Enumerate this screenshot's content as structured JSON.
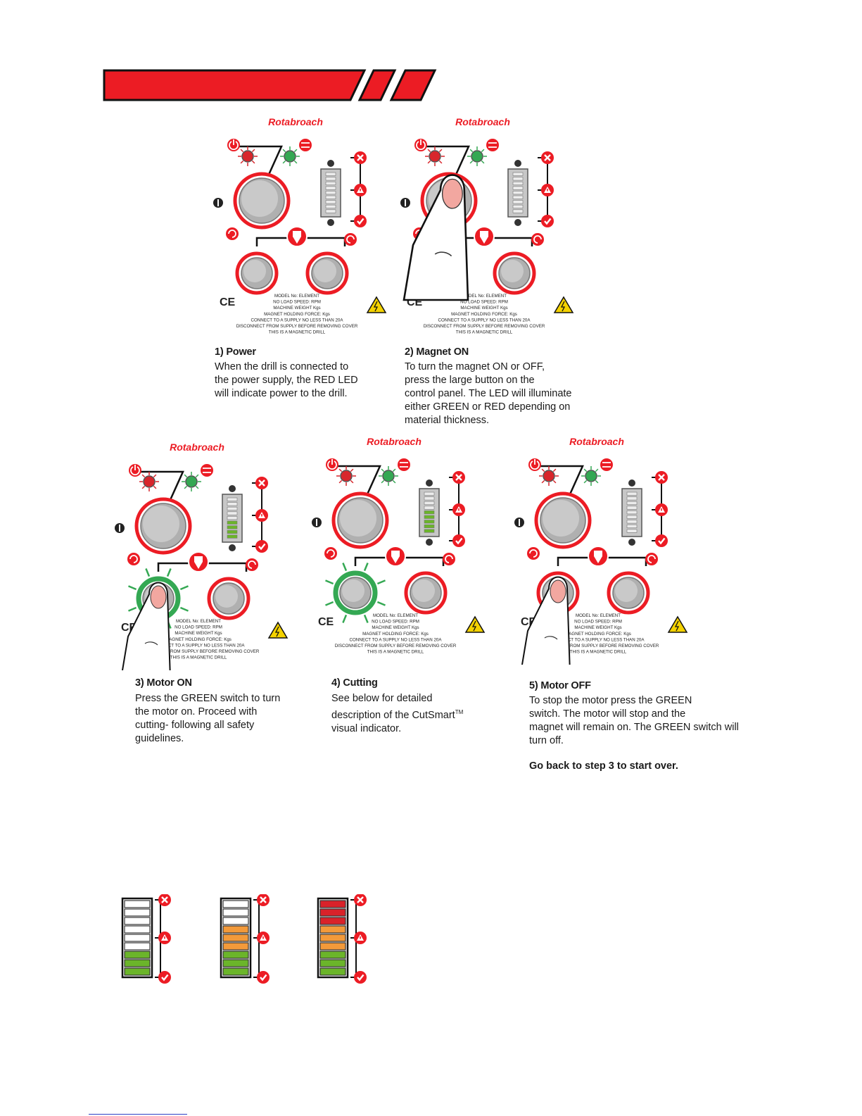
{
  "brand": {
    "name": "Rotabroach",
    "accent": "#ec1c24"
  },
  "plate_text": {
    "model": "MODEL No: ELEMENT",
    "speed": "NO LOAD SPEED: RPM",
    "weight": "MACHINE WEIGHT Kgs",
    "force": "MAGNET HOLDING FORCE: Kgs",
    "supply": "CONNECT TO A SUPPLY NO LESS THAN 20A",
    "disconnect": "DISCONNECT FROM SUPPLY BEFORE REMOVING COVER",
    "magnetic": "THIS IS A MAGNETIC DRILL",
    "ce": "CE"
  },
  "steps": [
    {
      "title": "1) Power",
      "body": "When the drill is connected to\nthe power supply, the RED LED\nwill indicate power to the drill."
    },
    {
      "title": "2) Magnet ON",
      "body": "To turn the magnet ON or OFF,\npress the large button on the\ncontrol panel. The LED will illuminate\neither GREEN or RED depending on\nmaterial thickness."
    },
    {
      "title": "3) Motor ON",
      "body": "Press the GREEN switch to turn\nthe motor on. Proceed with\ncutting- following all safety\nguidelines."
    },
    {
      "title": "4) Cutting",
      "body_pre": "See below for detailed\ndescription of the CutSmart",
      "tm": "TM",
      "body_post": "\nvisual indicator."
    },
    {
      "title": "5) Motor OFF",
      "body": "To stop the motor press the GREEN\nswitch. The motor will stop and the\nmagnet will remain on. The GREEN switch will\nturn off.",
      "note": "Go back to step 3 to start over."
    }
  ],
  "legend": [
    {
      "state": "green",
      "green": 3,
      "orange": 0,
      "red": 0
    },
    {
      "state": "orange",
      "green": 3,
      "orange": 3,
      "red": 0
    },
    {
      "state": "red",
      "green": 3,
      "orange": 3,
      "red": 3
    }
  ],
  "colors": {
    "green": "#6bb52a",
    "orange": "#f39a3a",
    "red": "#d9222a",
    "led_green": "#34a853",
    "led_red": "#d8262c"
  }
}
